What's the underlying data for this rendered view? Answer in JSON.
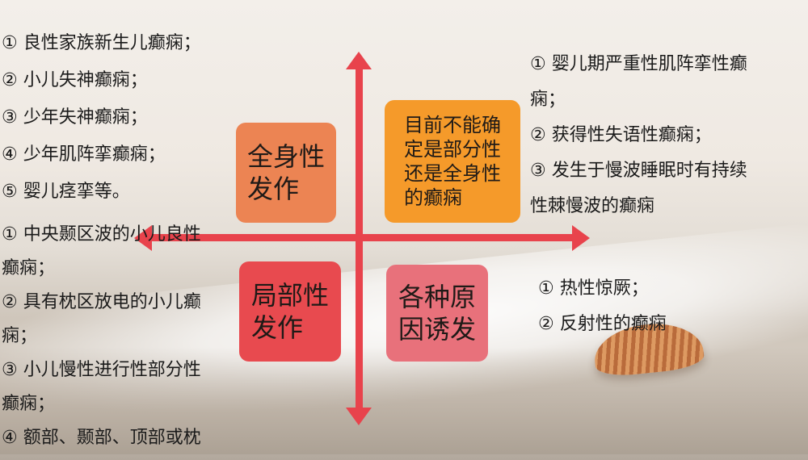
{
  "quadrants": {
    "top_left": {
      "box_label": "全身性\n发作"
    },
    "top_right": {
      "box_label": "目前不能确\n定是部分性\n还是全身性\n的癫痫"
    },
    "bottom_left": {
      "box_label": "局部性\n发作"
    },
    "bottom_right": {
      "box_label": "各种原\n因诱发"
    }
  },
  "lists": {
    "top_left": [
      "① 良性家族新生儿癫痫；",
      "② 小儿失神癫痫；",
      "③ 少年失神癫痫；",
      "④ 少年肌阵挛癫痫；",
      "⑤ 婴儿痉挛等。"
    ],
    "top_right": [
      "① 婴儿期严重性肌阵挛性癫\n痫；",
      "② 获得性失语性癫痫；",
      "③ 发生于慢波睡眠时有持续\n性棘慢波的癫痫"
    ],
    "bottom_left": [
      "① 中央颞区波的小儿良性\n癫痫；",
      "② 具有枕区放电的小儿癫\n痫；",
      "③ 小儿慢性进行性部分性\n癫痫；",
      "④ 额部、颞部、顶部或枕"
    ],
    "bottom_right": [
      "① 热性惊厥；",
      "② 反射性的癫痫"
    ]
  },
  "colors": {
    "axis": "#e8434c",
    "general_box": "#ec8453",
    "unknown_box": "#f59a2a",
    "partial_box": "#e84a4f",
    "cause_box": "#e8717b"
  }
}
